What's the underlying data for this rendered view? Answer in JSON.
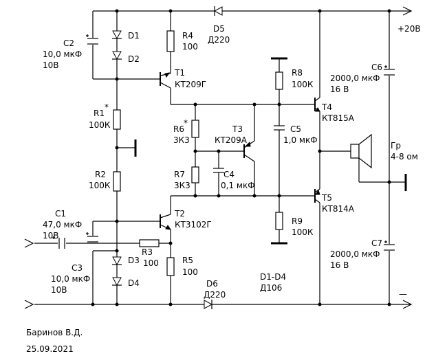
{
  "supply": {
    "positive": "+20В",
    "negative": "—"
  },
  "components": {
    "C1": {
      "ref": "C1",
      "value": "47,0 мкФ",
      "rating": "10В"
    },
    "C2": {
      "ref": "C2",
      "value": "10,0 мкФ",
      "rating": "10В"
    },
    "C3": {
      "ref": "C3",
      "value": "10,0 мкФ",
      "rating": "10В"
    },
    "C4": {
      "ref": "C4",
      "value": "0,1 мкФ"
    },
    "C5": {
      "ref": "C5",
      "value": "1,0 мкФ"
    },
    "C6": {
      "ref": "C6",
      "value": "2000,0 мкФ",
      "rating": "16 В"
    },
    "C7": {
      "ref": "C7",
      "value": "2000,0 мкФ",
      "rating": "16 В"
    },
    "R1": {
      "ref": "R1",
      "mark": "*",
      "value": "100К"
    },
    "R2": {
      "ref": "R2",
      "value": "100К"
    },
    "R3": {
      "ref": "R3",
      "value": "100"
    },
    "R4": {
      "ref": "R4",
      "value": "100"
    },
    "R5": {
      "ref": "R5",
      "value": "100"
    },
    "R6": {
      "ref": "R6",
      "mark": "*",
      "value": "3К3"
    },
    "R7": {
      "ref": "R7",
      "value": "3К3"
    },
    "R8": {
      "ref": "R8",
      "value": "100К"
    },
    "R9": {
      "ref": "R9",
      "value": "100К"
    },
    "D1": {
      "ref": "D1"
    },
    "D2": {
      "ref": "D2"
    },
    "D3": {
      "ref": "D3"
    },
    "D4": {
      "ref": "D4"
    },
    "D5": {
      "ref": "D5",
      "value": "Д220"
    },
    "D6": {
      "ref": "D6",
      "value": "Д220"
    },
    "D1_D4": {
      "ref": "D1-D4",
      "value": "Д106"
    },
    "T1": {
      "ref": "T1",
      "value": "КТ209Г"
    },
    "T2": {
      "ref": "T2",
      "value": "КТ3102Г"
    },
    "T3": {
      "ref": "T3",
      "value": "КТ209А"
    },
    "T4": {
      "ref": "T4",
      "value": "КТ815А"
    },
    "T5": {
      "ref": "T5",
      "value": "КТ814А"
    },
    "speaker": {
      "ref": "Гр",
      "value": "4-8 ом"
    }
  },
  "author": {
    "name": "Баринов В.Д.",
    "date": "25.09.2021"
  }
}
